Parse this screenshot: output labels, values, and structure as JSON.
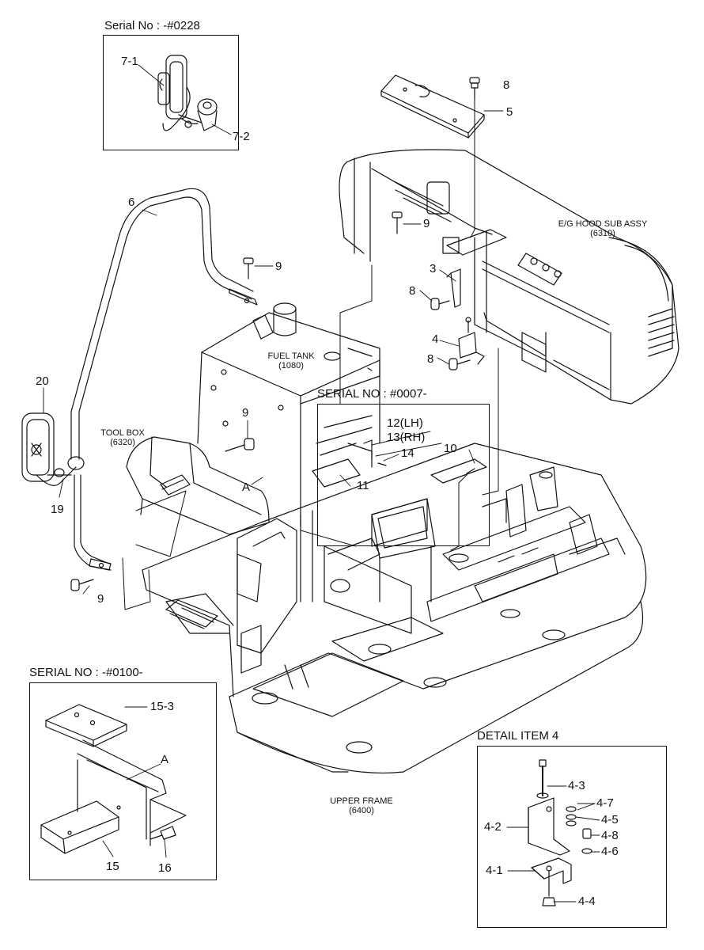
{
  "boxes": {
    "serial_0228": {
      "title": "Serial No : -#0228"
    },
    "serial_0007": {
      "title": "SERIAL NO : #0007-"
    },
    "serial_0100": {
      "title": "SERIAL NO : -#0100-"
    },
    "detail_item4": {
      "title": "DETAIL ITEM 4"
    }
  },
  "assemblies": {
    "eg_hood_line1": "E/G  HOOD SUB ASSY",
    "eg_hood_line2": "(6310)",
    "fuel_tank_line1": "FUEL TANK",
    "fuel_tank_line2": "(1080)",
    "tool_box_line1": "TOOL BOX",
    "tool_box_line2": "(6320)",
    "upper_frame_line1": "UPPER FRAME",
    "upper_frame_line2": "(6400)"
  },
  "callouts": {
    "c7_1": "7-1",
    "c7_2": "7-2",
    "c8_top": "8",
    "c5": "5",
    "c6": "6",
    "c9_hood": "9",
    "c9_bar": "9",
    "c3": "3",
    "c8_mid": "8",
    "c4": "4",
    "c8_low": "8",
    "c20": "20",
    "c9_tank": "9",
    "c12": "12(LH)",
    "c13": "13(RH)",
    "c14": "14",
    "c10": "10",
    "c11": "11",
    "cA_main": "A",
    "c19": "19",
    "c9_bottom": "9",
    "c15_3": "15-3",
    "cA_box": "A",
    "c15": "15",
    "c16": "16",
    "c4_3": "4-3",
    "c4_7": "4-7",
    "c4_5": "4-5",
    "c4_2": "4-2",
    "c4_8": "4-8",
    "c4_6": "4-6",
    "c4_1": "4-1",
    "c4_4": "4-4"
  }
}
